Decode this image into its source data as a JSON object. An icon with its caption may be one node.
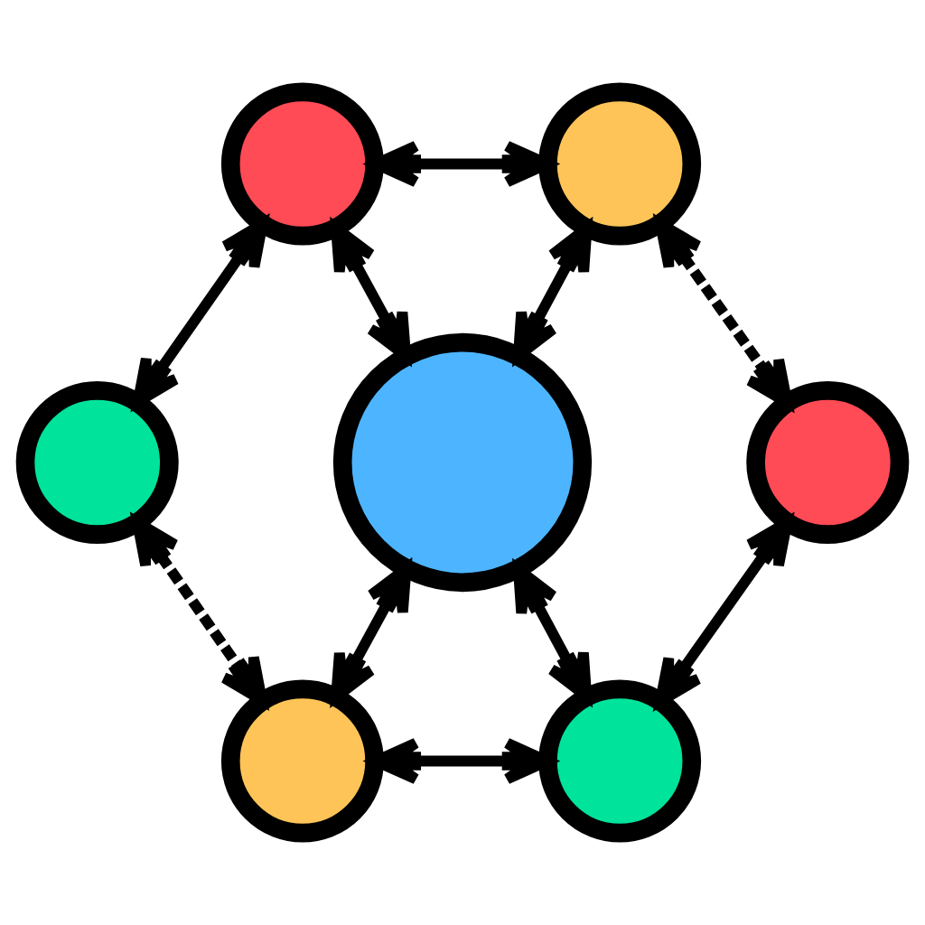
{
  "diagram": {
    "nodes": [
      {
        "text": [],
        "shape": "circle"
      },
      {
        "text": [],
        "shape": "circle"
      },
      {
        "text": [],
        "shape": "circle"
      },
      {
        "text": [],
        "shape": "circle"
      },
      {
        "text": [],
        "shape": "circle"
      },
      {
        "text": [],
        "shape": "circle"
      },
      {
        "text": [],
        "shape": "circle"
      }
    ],
    "edges": [
      {
        "from": 0,
        "to": 1,
        "arrow": "both"
      },
      {
        "from": 0,
        "to": 2,
        "arrow": "both"
      },
      {
        "from": 0,
        "to": 3,
        "arrow": "both"
      },
      {
        "from": 1,
        "to": 3,
        "arrow": "both"
      },
      {
        "from": 1,
        "to": 4,
        "arrow": "both",
        "style": "dashed"
      },
      {
        "from": 2,
        "to": 5,
        "arrow": "both",
        "style": "dashed"
      },
      {
        "from": 3,
        "to": 5,
        "arrow": "both"
      },
      {
        "from": 3,
        "to": 6,
        "arrow": "both"
      },
      {
        "from": 4,
        "to": 6,
        "arrow": "both"
      },
      {
        "from": 5,
        "to": 6,
        "arrow": "both"
      }
    ]
  }
}
